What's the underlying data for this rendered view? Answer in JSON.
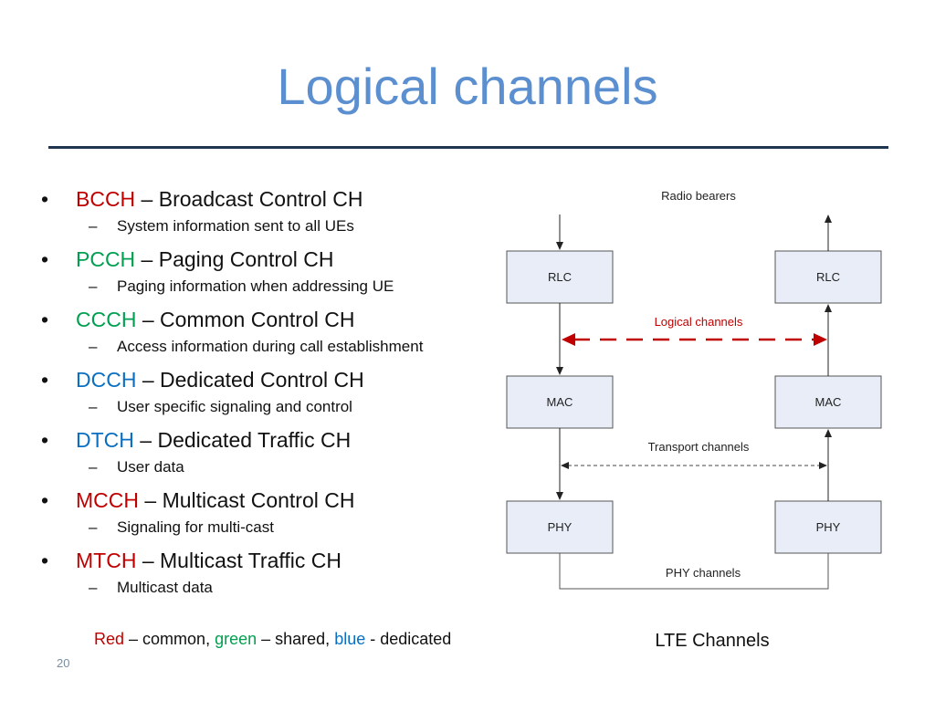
{
  "slide": {
    "title": "Logical channels",
    "page_number": "20"
  },
  "bullets": [
    {
      "code": "BCCH",
      "code_color": "red",
      "desc": " – Broadcast Control CH",
      "sub": "System information sent to all UEs"
    },
    {
      "code": "PCCH",
      "code_color": "green",
      "desc": " – Paging Control CH",
      "sub": "Paging information when addressing UE"
    },
    {
      "code": "CCCH",
      "code_color": "green",
      "desc": " – Common Control CH",
      "sub": "Access information during call establishment"
    },
    {
      "code": "DCCH",
      "code_color": "blue",
      "desc": " – Dedicated Control CH",
      "sub": "User specific signaling and control"
    },
    {
      "code": "DTCH",
      "code_color": "blue",
      "desc": " – Dedicated Traffic CH",
      "sub": "User data"
    },
    {
      "code": "MCCH",
      "code_color": "red",
      "desc": " – Multicast Control CH",
      "sub": "Signaling for multi-cast"
    },
    {
      "code": "MTCH",
      "code_color": "red",
      "desc": " – Multicast Traffic CH",
      "sub": "Multicast data"
    }
  ],
  "bullet_symbol": "•",
  "sub_symbol": "–",
  "legend": {
    "red_word": "Red",
    "red_rest": " – common, ",
    "green_word": "green",
    "green_rest": " – shared, ",
    "blue_word": "blue",
    "blue_rest": " - dedicated"
  },
  "diagram": {
    "caption": "LTE Channels",
    "radio_bearers": "Radio bearers",
    "logical_channels": "Logical channels",
    "transport_channels": "Transport channels",
    "phy_channels": "PHY channels",
    "left_stack": [
      "RLC",
      "MAC",
      "PHY"
    ],
    "right_stack": [
      "RLC",
      "MAC",
      "PHY"
    ]
  },
  "colors": {
    "title": "#5b8fd0",
    "rule": "#1f3550",
    "red": "#c00000",
    "green": "#00a050",
    "blue": "#0a6fc0",
    "box_fill": "#e8edf7",
    "logical_arrow": "#c00000"
  }
}
